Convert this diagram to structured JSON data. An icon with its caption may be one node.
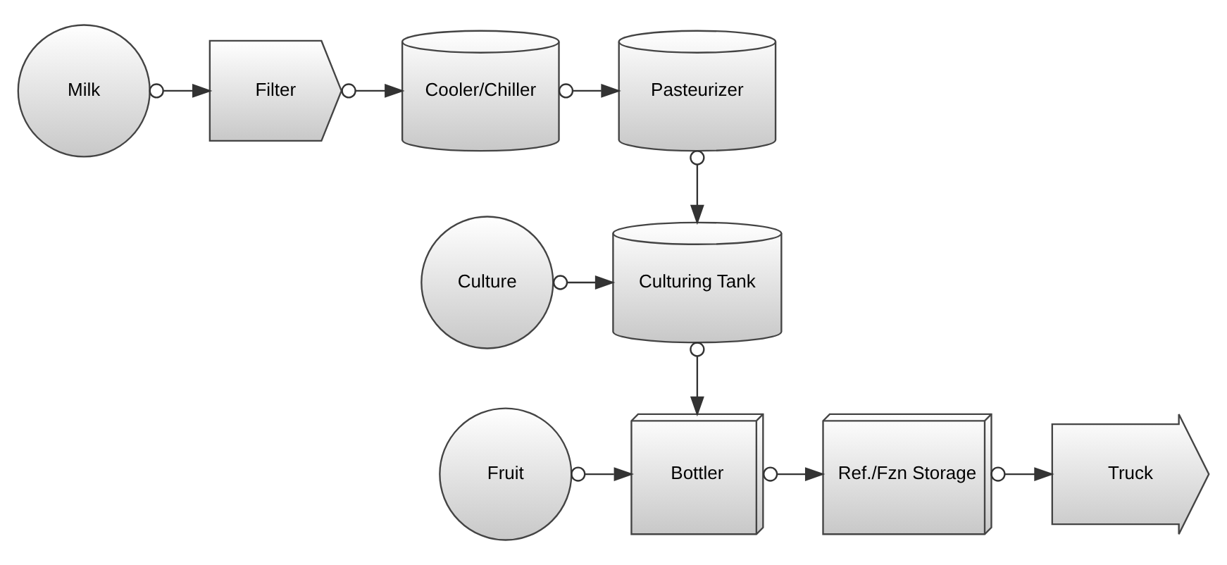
{
  "diagram": {
    "nodes": [
      {
        "text": [
          "Milk"
        ]
      },
      {
        "text": [
          "Filter"
        ]
      },
      {
        "text": [
          "Cooler/Chiller"
        ]
      },
      {
        "text": [
          "Pasteurizer"
        ]
      },
      {
        "text": [
          "Culture"
        ]
      },
      {
        "text": [
          "Culturing Tank"
        ]
      },
      {
        "text": [
          "Fruit"
        ]
      },
      {
        "text": [
          "Bottler"
        ]
      },
      {
        "text": [
          "Ref./Fzn Storage"
        ]
      },
      {
        "text": [
          "Truck"
        ]
      }
    ],
    "edges": [
      {
        "from": 0,
        "to": 1,
        "arrow": "to"
      },
      {
        "from": 1,
        "to": 2,
        "arrow": "to"
      },
      {
        "from": 2,
        "to": 3,
        "arrow": "to"
      },
      {
        "from": 3,
        "to": 5,
        "arrow": "to"
      },
      {
        "from": 4,
        "to": 5,
        "arrow": "to"
      },
      {
        "from": 5,
        "to": 7,
        "arrow": "to"
      },
      {
        "from": 6,
        "to": 7,
        "arrow": "to"
      },
      {
        "from": 7,
        "to": 8,
        "arrow": "to"
      },
      {
        "from": 8,
        "to": 9,
        "arrow": "to"
      }
    ]
  }
}
